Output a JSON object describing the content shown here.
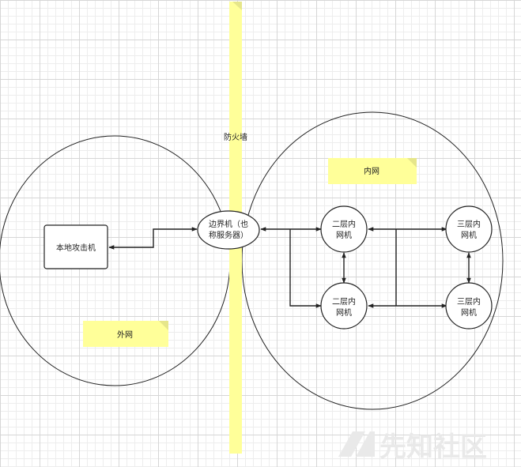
{
  "colors": {
    "firewall": "#ffff99",
    "note": "#ffff99",
    "note_fold": "#e6e68a",
    "stroke": "#222222"
  },
  "labels": {
    "firewall": "防火墙",
    "inner_network": "内网",
    "outer_network": "外网",
    "attacker": "本地攻击机",
    "border_host_line1": "边界机（也",
    "border_host_line2": "称服务器）",
    "layer2_line1": "二层内",
    "layer2_line2": "网机",
    "layer3_line1": "三层内",
    "layer3_line2": "网机",
    "watermark": "先知社区"
  }
}
